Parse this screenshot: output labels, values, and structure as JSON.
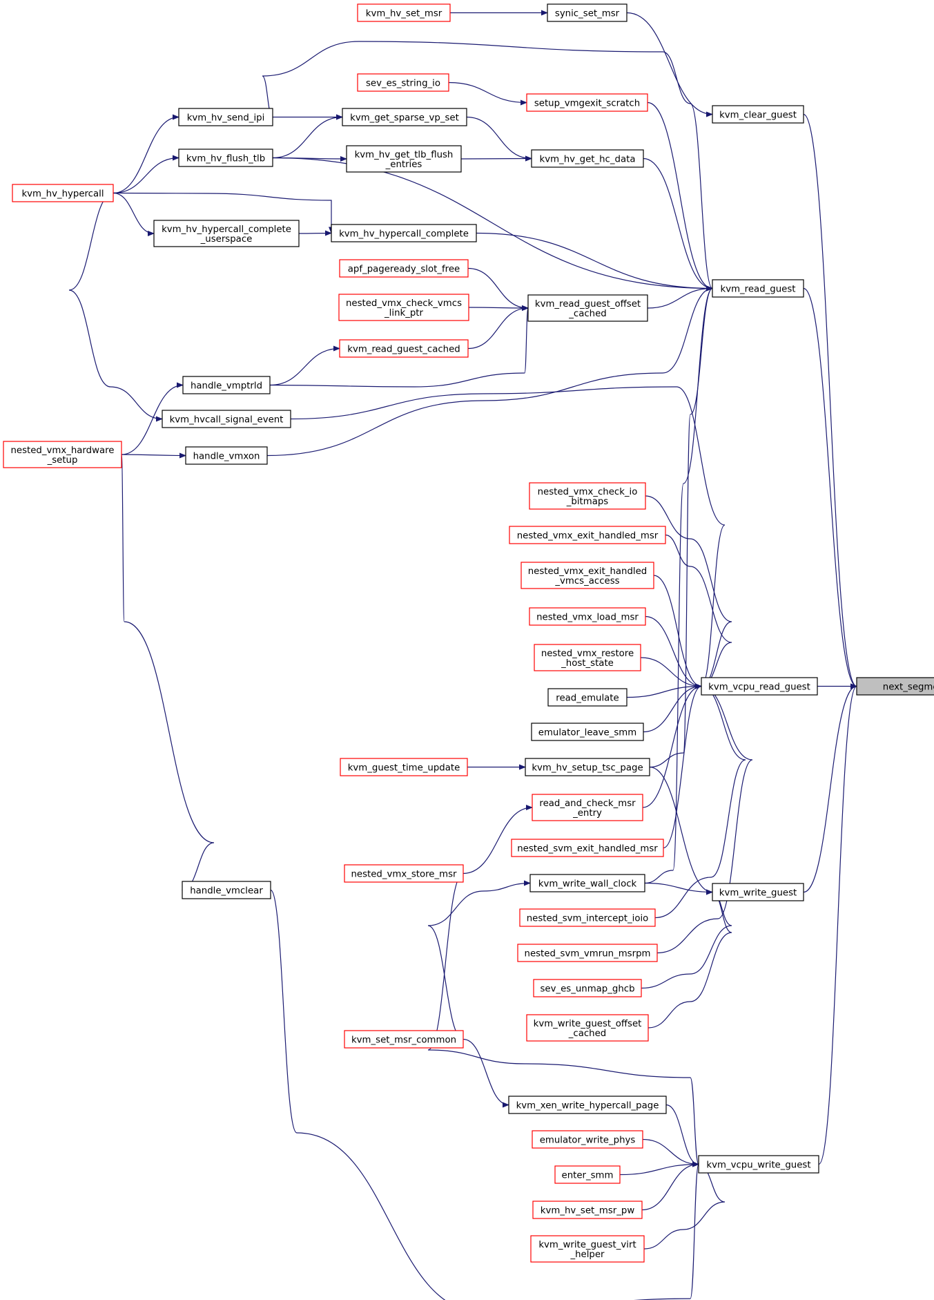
{
  "colors": {
    "edge": "#191970",
    "node_border_default": "#000000",
    "node_border_truncated": "#ff0000",
    "focus_fill": "#bfbfbf"
  },
  "nodes": [
    {
      "id": "next_segment",
      "lines": [
        "next_segment"
      ],
      "style": "focus"
    },
    {
      "id": "kvm_vcpu_read_guest",
      "lines": [
        "kvm_vcpu_read_guest"
      ],
      "style": "black"
    },
    {
      "id": "kvm_read_guest",
      "lines": [
        "kvm_read_guest"
      ],
      "style": "black"
    },
    {
      "id": "kvm_clear_guest",
      "lines": [
        "kvm_clear_guest"
      ],
      "style": "black"
    },
    {
      "id": "kvm_write_guest",
      "lines": [
        "kvm_write_guest"
      ],
      "style": "black"
    },
    {
      "id": "kvm_vcpu_write_guest",
      "lines": [
        "kvm_vcpu_write_guest"
      ],
      "style": "black"
    },
    {
      "id": "kvm_hv_set_msr",
      "lines": [
        "kvm_hv_set_msr"
      ],
      "style": "red"
    },
    {
      "id": "synic_set_msr",
      "lines": [
        "synic_set_msr"
      ],
      "style": "black"
    },
    {
      "id": "sev_es_string_io",
      "lines": [
        "sev_es_string_io"
      ],
      "style": "red"
    },
    {
      "id": "setup_vmgexit_scratch",
      "lines": [
        "setup_vmgexit_scratch"
      ],
      "style": "red"
    },
    {
      "id": "kvm_hv_send_ipi",
      "lines": [
        "kvm_hv_send_ipi"
      ],
      "style": "black"
    },
    {
      "id": "kvm_get_sparse_vp_set",
      "lines": [
        "kvm_get_sparse_vp_set"
      ],
      "style": "black"
    },
    {
      "id": "kvm_hv_flush_tlb",
      "lines": [
        "kvm_hv_flush_tlb"
      ],
      "style": "black"
    },
    {
      "id": "kvm_hv_get_tlb_flush_entries",
      "lines": [
        "kvm_hv_get_tlb_flush",
        "_entries"
      ],
      "style": "black"
    },
    {
      "id": "kvm_hv_get_hc_data",
      "lines": [
        "kvm_hv_get_hc_data"
      ],
      "style": "black"
    },
    {
      "id": "kvm_hv_hypercall",
      "lines": [
        "kvm_hv_hypercall"
      ],
      "style": "red"
    },
    {
      "id": "kvm_hv_hypercall_complete_userspace",
      "lines": [
        "kvm_hv_hypercall_complete",
        "_userspace"
      ],
      "style": "black"
    },
    {
      "id": "kvm_hv_hypercall_complete",
      "lines": [
        "kvm_hv_hypercall_complete"
      ],
      "style": "black"
    },
    {
      "id": "apf_pageready_slot_free",
      "lines": [
        "apf_pageready_slot_free"
      ],
      "style": "red"
    },
    {
      "id": "nested_vmx_check_vmcs_link_ptr",
      "lines": [
        "nested_vmx_check_vmcs",
        "_link_ptr"
      ],
      "style": "red"
    },
    {
      "id": "kvm_read_guest_offset_cached",
      "lines": [
        "kvm_read_guest_offset",
        "_cached"
      ],
      "style": "black"
    },
    {
      "id": "kvm_read_guest_cached",
      "lines": [
        "kvm_read_guest_cached"
      ],
      "style": "red"
    },
    {
      "id": "handle_vmptrld",
      "lines": [
        "handle_vmptrld"
      ],
      "style": "black"
    },
    {
      "id": "kvm_hvcall_signal_event",
      "lines": [
        "kvm_hvcall_signal_event"
      ],
      "style": "black"
    },
    {
      "id": "nested_vmx_hardware_setup",
      "lines": [
        "nested_vmx_hardware",
        "_setup"
      ],
      "style": "red"
    },
    {
      "id": "handle_vmxon",
      "lines": [
        "handle_vmxon"
      ],
      "style": "black"
    },
    {
      "id": "nested_vmx_check_io_bitmaps",
      "lines": [
        "nested_vmx_check_io",
        "_bitmaps"
      ],
      "style": "red"
    },
    {
      "id": "nested_vmx_exit_handled_msr",
      "lines": [
        "nested_vmx_exit_handled_msr"
      ],
      "style": "red"
    },
    {
      "id": "nested_vmx_exit_handled_vmcs_access",
      "lines": [
        "nested_vmx_exit_handled",
        "_vmcs_access"
      ],
      "style": "red"
    },
    {
      "id": "nested_vmx_load_msr",
      "lines": [
        "nested_vmx_load_msr"
      ],
      "style": "red"
    },
    {
      "id": "nested_vmx_restore_host_state",
      "lines": [
        "nested_vmx_restore",
        "_host_state"
      ],
      "style": "red"
    },
    {
      "id": "read_emulate",
      "lines": [
        "read_emulate"
      ],
      "style": "black"
    },
    {
      "id": "emulator_leave_smm",
      "lines": [
        "emulator_leave_smm"
      ],
      "style": "black"
    },
    {
      "id": "kvm_guest_time_update",
      "lines": [
        "kvm_guest_time_update"
      ],
      "style": "red"
    },
    {
      "id": "kvm_hv_setup_tsc_page",
      "lines": [
        "kvm_hv_setup_tsc_page"
      ],
      "style": "black"
    },
    {
      "id": "read_and_check_msr_entry",
      "lines": [
        "read_and_check_msr",
        "_entry"
      ],
      "style": "red"
    },
    {
      "id": "nested_svm_exit_handled_msr",
      "lines": [
        "nested_svm_exit_handled_msr"
      ],
      "style": "red"
    },
    {
      "id": "nested_vmx_store_msr",
      "lines": [
        "nested_vmx_store_msr"
      ],
      "style": "red"
    },
    {
      "id": "handle_vmclear",
      "lines": [
        "handle_vmclear"
      ],
      "style": "black"
    },
    {
      "id": "kvm_write_wall_clock",
      "lines": [
        "kvm_write_wall_clock"
      ],
      "style": "black"
    },
    {
      "id": "nested_svm_intercept_ioio",
      "lines": [
        "nested_svm_intercept_ioio"
      ],
      "style": "red"
    },
    {
      "id": "nested_svm_vmrun_msrpm",
      "lines": [
        "nested_svm_vmrun_msrpm"
      ],
      "style": "red"
    },
    {
      "id": "sev_es_unmap_ghcb",
      "lines": [
        "sev_es_unmap_ghcb"
      ],
      "style": "red"
    },
    {
      "id": "kvm_write_guest_offset_cached",
      "lines": [
        "kvm_write_guest_offset",
        "_cached"
      ],
      "style": "red"
    },
    {
      "id": "kvm_set_msr_common",
      "lines": [
        "kvm_set_msr_common"
      ],
      "style": "red"
    },
    {
      "id": "kvm_xen_write_hypercall_page",
      "lines": [
        "kvm_xen_write_hypercall_page"
      ],
      "style": "black"
    },
    {
      "id": "emulator_write_phys",
      "lines": [
        "emulator_write_phys"
      ],
      "style": "red"
    },
    {
      "id": "enter_smm",
      "lines": [
        "enter_smm"
      ],
      "style": "red"
    },
    {
      "id": "kvm_hv_set_msr_pw",
      "lines": [
        "kvm_hv_set_msr_pw"
      ],
      "style": "red"
    },
    {
      "id": "kvm_write_guest_virt_helper",
      "lines": [
        "kvm_write_guest_virt",
        "_helper"
      ],
      "style": "red"
    }
  ],
  "edges": [
    [
      "kvm_vcpu_read_guest",
      "next_segment"
    ],
    [
      "kvm_read_guest",
      "next_segment"
    ],
    [
      "kvm_clear_guest",
      "next_segment"
    ],
    [
      "kvm_write_guest",
      "next_segment"
    ],
    [
      "kvm_vcpu_write_guest",
      "next_segment"
    ],
    [
      "kvm_hv_set_msr",
      "synic_set_msr"
    ],
    [
      "synic_set_msr",
      "kvm_clear_guest"
    ],
    [
      "sev_es_string_io",
      "setup_vmgexit_scratch"
    ],
    [
      "setup_vmgexit_scratch",
      "kvm_read_guest"
    ],
    [
      "kvm_hv_send_ipi",
      "kvm_read_guest"
    ],
    [
      "kvm_hv_send_ipi",
      "kvm_get_sparse_vp_set"
    ],
    [
      "kvm_hv_flush_tlb",
      "kvm_get_sparse_vp_set"
    ],
    [
      "kvm_hv_flush_tlb",
      "kvm_hv_get_tlb_flush_entries"
    ],
    [
      "kvm_hv_flush_tlb",
      "kvm_read_guest"
    ],
    [
      "kvm_get_sparse_vp_set",
      "kvm_hv_get_hc_data"
    ],
    [
      "kvm_hv_get_tlb_flush_entries",
      "kvm_hv_get_hc_data"
    ],
    [
      "kvm_hv_get_hc_data",
      "kvm_read_guest"
    ],
    [
      "kvm_hv_hypercall",
      "kvm_hv_send_ipi"
    ],
    [
      "kvm_hv_hypercall",
      "kvm_hv_flush_tlb"
    ],
    [
      "kvm_hv_hypercall",
      "kvm_hv_hypercall_complete_userspace"
    ],
    [
      "kvm_hv_hypercall",
      "kvm_hv_hypercall_complete"
    ],
    [
      "kvm_hv_hypercall",
      "kvm_hvcall_signal_event"
    ],
    [
      "kvm_hv_hypercall_complete_userspace",
      "kvm_hv_hypercall_complete"
    ],
    [
      "kvm_hv_hypercall_complete",
      "kvm_read_guest"
    ],
    [
      "apf_pageready_slot_free",
      "kvm_read_guest_offset_cached"
    ],
    [
      "nested_vmx_check_vmcs_link_ptr",
      "kvm_read_guest_offset_cached"
    ],
    [
      "kvm_read_guest_cached",
      "kvm_read_guest_offset_cached"
    ],
    [
      "handle_vmptrld",
      "kvm_read_guest_offset_cached"
    ],
    [
      "handle_vmptrld",
      "kvm_read_guest_cached"
    ],
    [
      "kvm_read_guest_offset_cached",
      "kvm_read_guest"
    ],
    [
      "nested_vmx_hardware_setup",
      "handle_vmptrld"
    ],
    [
      "nested_vmx_hardware_setup",
      "handle_vmxon"
    ],
    [
      "nested_vmx_hardware_setup",
      "handle_vmclear"
    ],
    [
      "handle_vmxon",
      "kvm_read_guest"
    ],
    [
      "kvm_hvcall_signal_event",
      "kvm_vcpu_read_guest"
    ],
    [
      "nested_vmx_check_io_bitmaps",
      "kvm_vcpu_read_guest"
    ],
    [
      "nested_vmx_exit_handled_msr",
      "kvm_vcpu_read_guest"
    ],
    [
      "nested_vmx_exit_handled_vmcs_access",
      "kvm_vcpu_read_guest"
    ],
    [
      "nested_vmx_load_msr",
      "kvm_vcpu_read_guest"
    ],
    [
      "nested_vmx_restore_host_state",
      "kvm_vcpu_read_guest"
    ],
    [
      "read_emulate",
      "kvm_vcpu_read_guest"
    ],
    [
      "emulator_leave_smm",
      "kvm_vcpu_read_guest"
    ],
    [
      "read_and_check_msr_entry",
      "kvm_vcpu_read_guest"
    ],
    [
      "nested_svm_exit_handled_msr",
      "kvm_vcpu_read_guest"
    ],
    [
      "nested_svm_intercept_ioio",
      "kvm_vcpu_read_guest"
    ],
    [
      "nested_svm_vmrun_msrpm",
      "kvm_vcpu_read_guest"
    ],
    [
      "kvm_guest_time_update",
      "kvm_hv_setup_tsc_page"
    ],
    [
      "kvm_hv_setup_tsc_page",
      "kvm_read_guest"
    ],
    [
      "kvm_hv_setup_tsc_page",
      "kvm_write_guest"
    ],
    [
      "nested_vmx_store_msr",
      "read_and_check_msr_entry"
    ],
    [
      "nested_vmx_store_msr",
      "kvm_vcpu_write_guest"
    ],
    [
      "kvm_write_wall_clock",
      "kvm_read_guest"
    ],
    [
      "kvm_write_wall_clock",
      "kvm_write_guest"
    ],
    [
      "sev_es_unmap_ghcb",
      "kvm_write_guest"
    ],
    [
      "kvm_write_guest_offset_cached",
      "kvm_write_guest"
    ],
    [
      "kvm_set_msr_common",
      "kvm_write_wall_clock"
    ],
    [
      "kvm_set_msr_common",
      "kvm_xen_write_hypercall_page"
    ],
    [
      "kvm_xen_write_hypercall_page",
      "kvm_vcpu_write_guest"
    ],
    [
      "emulator_write_phys",
      "kvm_vcpu_write_guest"
    ],
    [
      "enter_smm",
      "kvm_vcpu_write_guest"
    ],
    [
      "kvm_hv_set_msr_pw",
      "kvm_vcpu_write_guest"
    ],
    [
      "kvm_write_guest_virt_helper",
      "kvm_vcpu_write_guest"
    ],
    [
      "handle_vmclear",
      "kvm_vcpu_write_guest"
    ]
  ]
}
